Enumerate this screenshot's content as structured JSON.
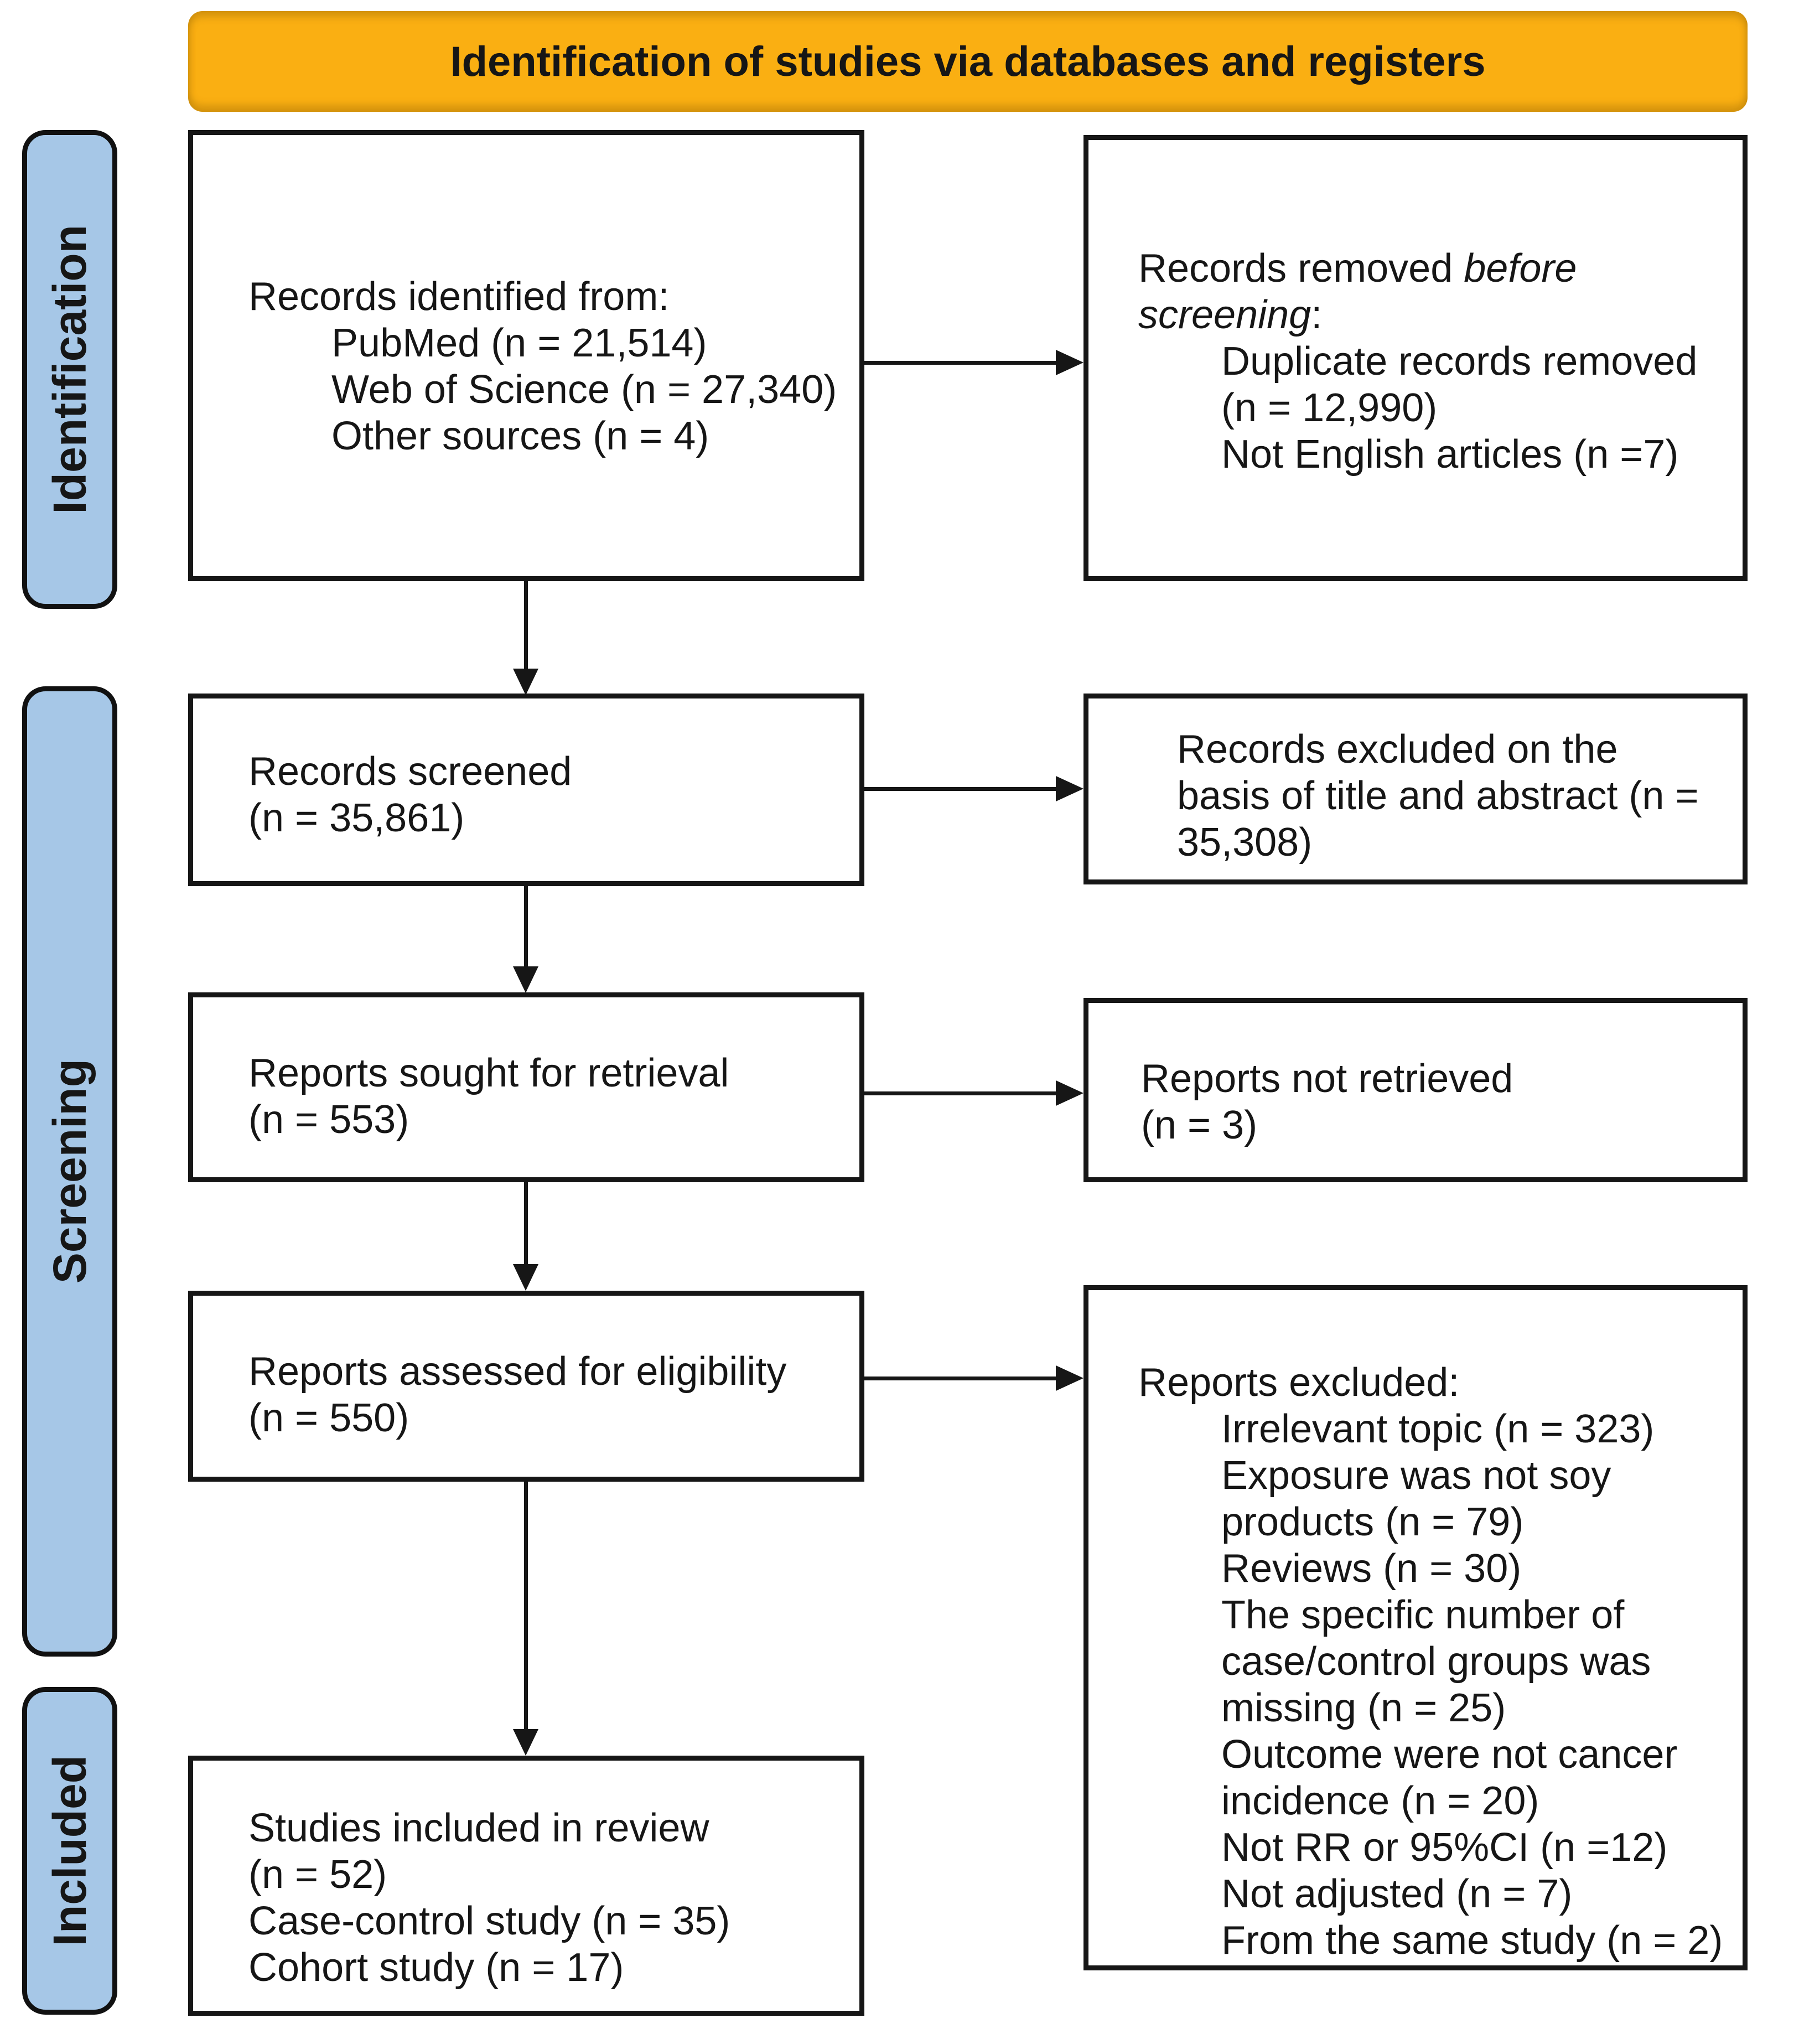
{
  "banner": {
    "label": "Identification of studies via databases and registers"
  },
  "colors": {
    "banner_bg": "#FAAF12",
    "stage_bg": "#A6C7E7",
    "box_border": "#161616",
    "text": "#161616"
  },
  "icons": {
    "arrow_down": "▼",
    "arrow_right": "▶"
  },
  "stages": [
    {
      "label": "Identification"
    },
    {
      "label": "Screening"
    },
    {
      "label": "Included"
    }
  ],
  "boxes": {
    "records_identified": {
      "heading": "Records identified from:",
      "items": [
        "PubMed (n = 21,514)",
        "Web of Science (n = 27,340)",
        "Other sources (n = 4)"
      ]
    },
    "records_removed": {
      "heading_prefix": "Records removed ",
      "heading_italic": "before screening",
      "heading_suffix": ":",
      "items": [
        "Duplicate records removed (n = 12,990)",
        "Not English articles (n =7)"
      ]
    },
    "records_screened": {
      "lines": [
        "Records screened",
        "(n = 35,861)"
      ]
    },
    "records_excluded": {
      "text": "Records excluded on the basis of title and abstract (n = 35,308)"
    },
    "reports_sought": {
      "lines": [
        "Reports sought for retrieval",
        "(n = 553)"
      ]
    },
    "reports_not_retrieved": {
      "lines": [
        "Reports not retrieved",
        "(n = 3)"
      ]
    },
    "reports_assessed": {
      "lines": [
        "Reports assessed for eligibility",
        "(n = 550)"
      ]
    },
    "reports_excluded": {
      "heading": "Reports excluded:",
      "items": [
        "Irrelevant topic (n = 323)",
        "Exposure was not soy products (n = 79)",
        "Reviews (n = 30)",
        "The specific number of case/control groups was missing (n = 25)",
        "Outcome were not cancer incidence (n = 20)",
        "Not RR or 95%CI (n =12)",
        "Not adjusted (n = 7)",
        "From the same study (n = 2)"
      ]
    },
    "studies_included": {
      "lines": [
        "Studies included in review",
        "(n = 52)",
        "Case-control study (n = 35)",
        "Cohort study (n = 17)"
      ]
    }
  }
}
